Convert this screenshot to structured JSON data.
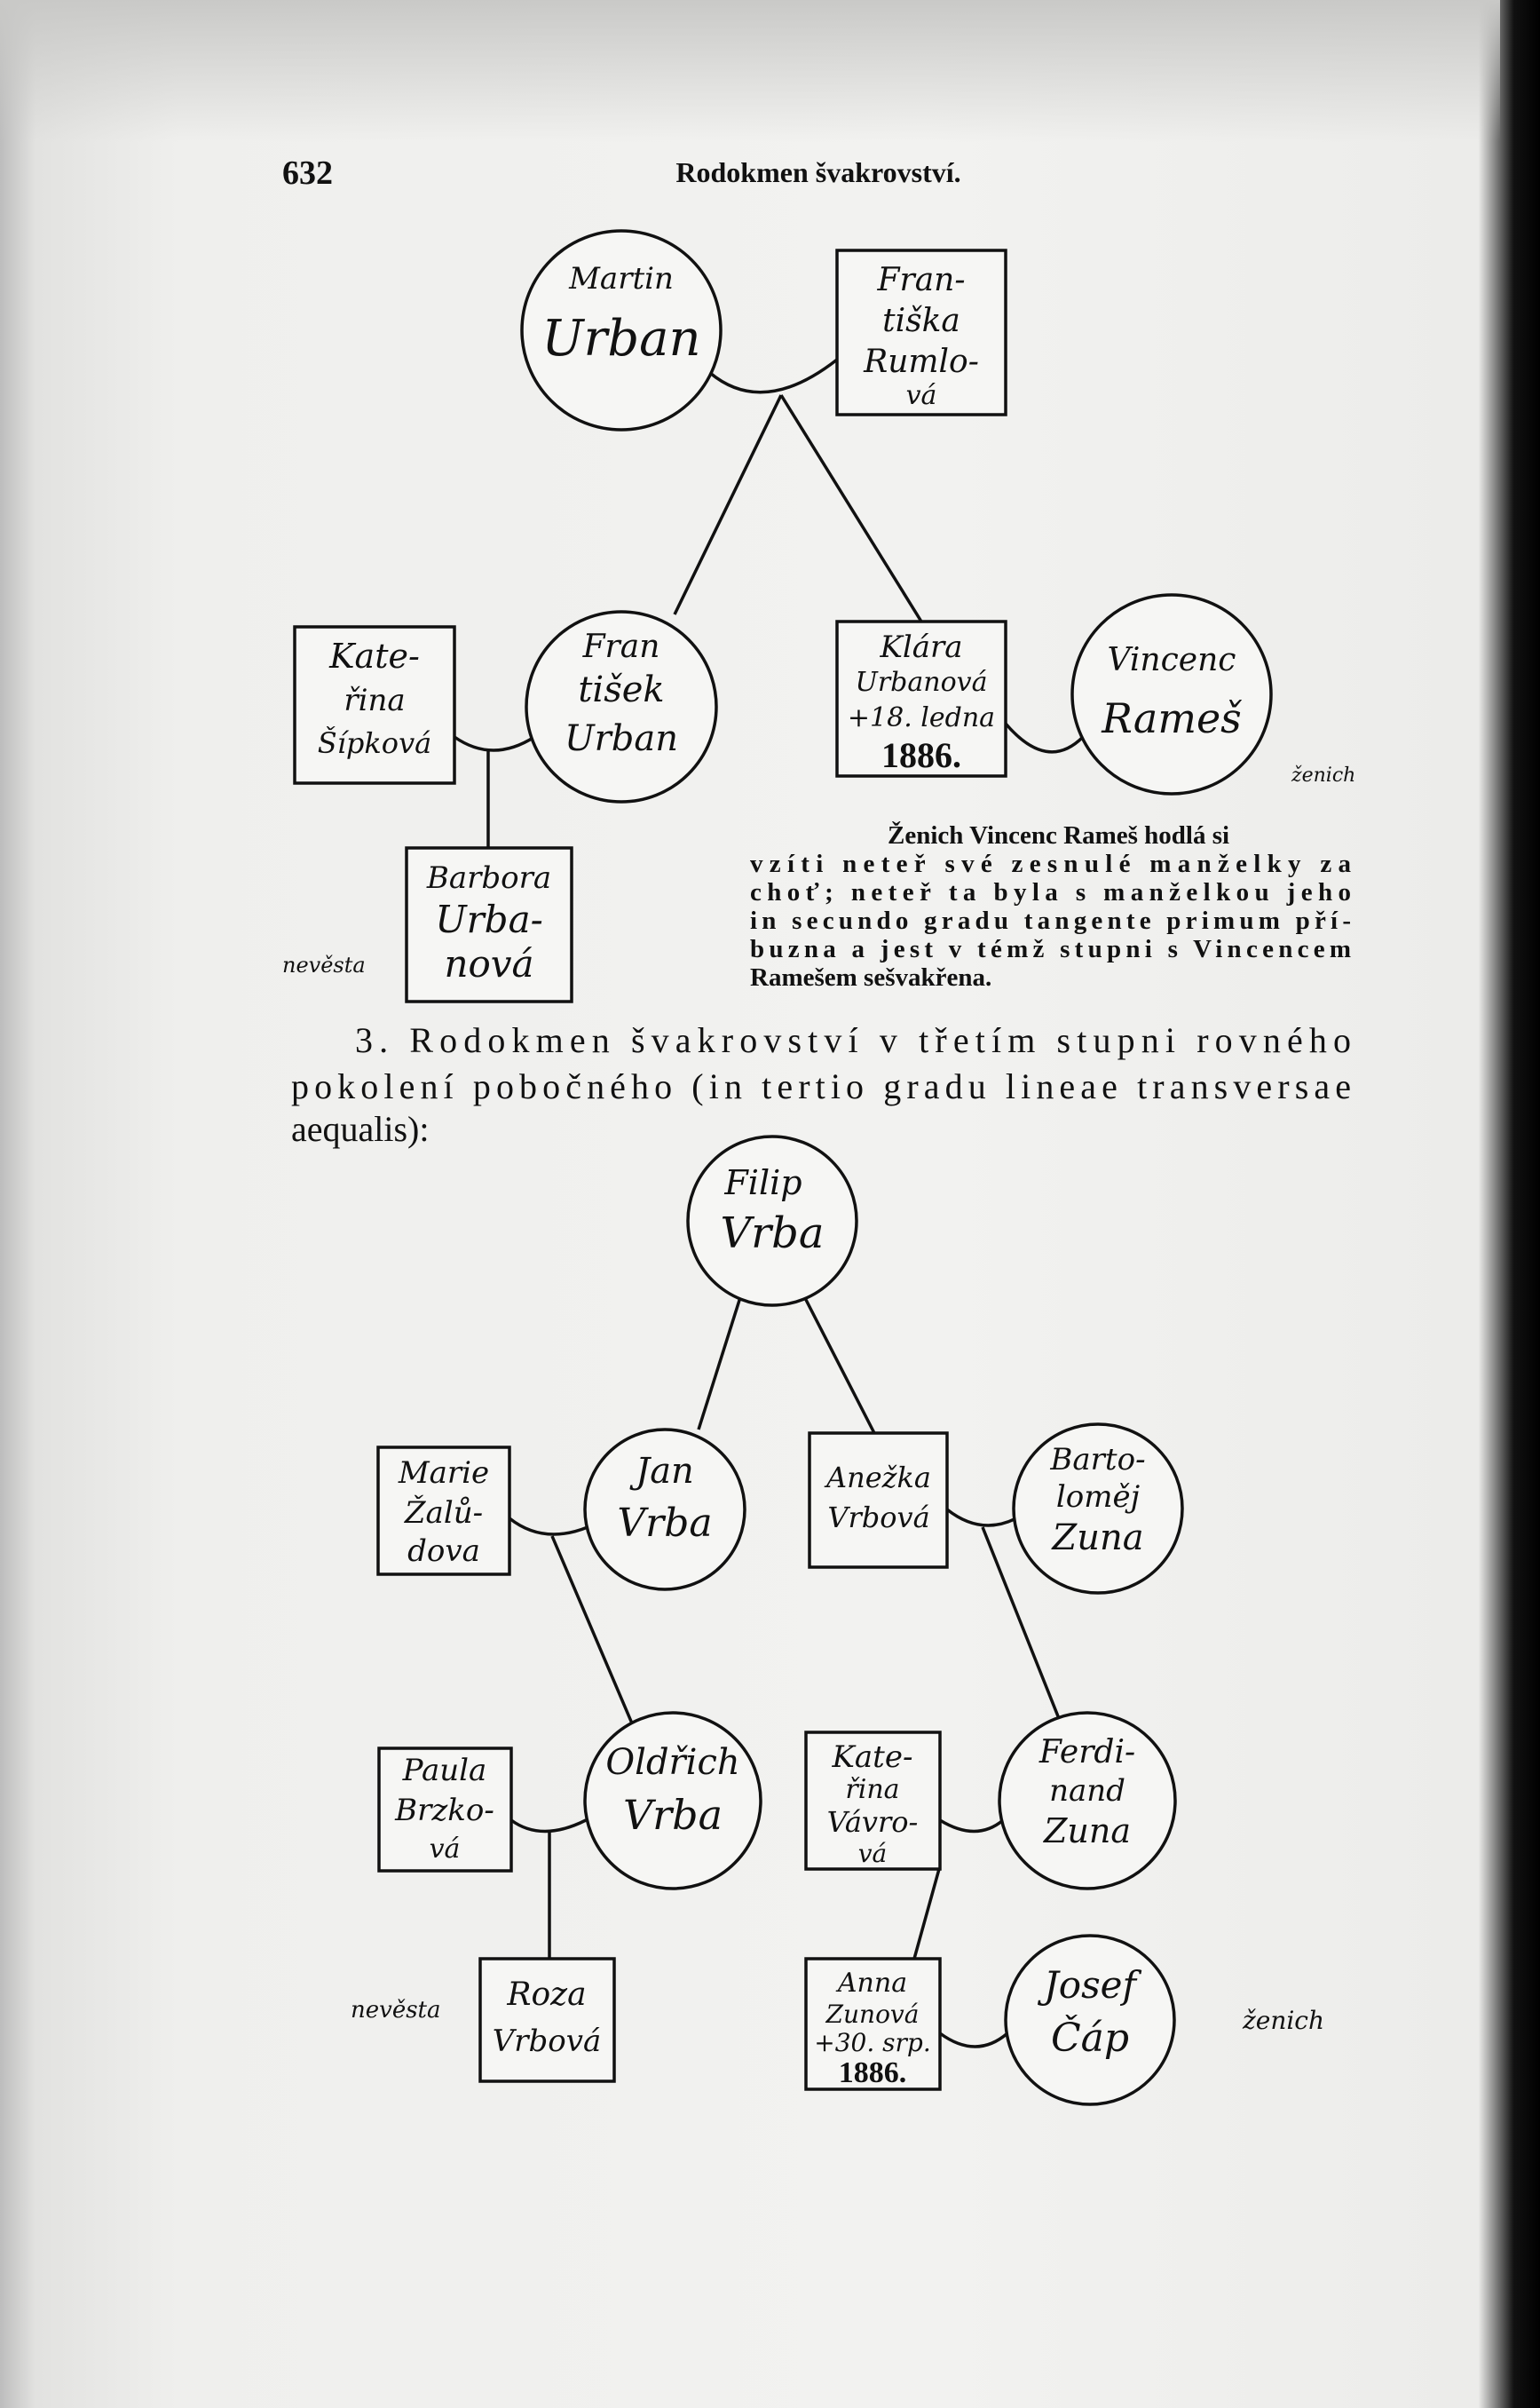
{
  "header": {
    "page_number": "632",
    "running_title": "Rodokmen švakrovství."
  },
  "tree1": {
    "martin": [
      "Martin",
      "Urban"
    ],
    "frantiska": [
      "Fran-",
      "tiška",
      "Rumlo-",
      "vá"
    ],
    "katerina": [
      "Kate-",
      "řina",
      "Šípková"
    ],
    "frantisek": [
      "Fran",
      "tišek",
      "Urban"
    ],
    "klara": [
      "Klára",
      "Urbanová",
      "+18. ledna",
      "1886."
    ],
    "vincenc": [
      "Vincenc",
      "Rameš"
    ],
    "zenich": "ženich",
    "barbora": [
      "Barbora",
      "Urba-",
      "nová"
    ],
    "nevesta": "nevěsta"
  },
  "paragraph": [
    "Ženich Vincenc Rameš hodlá si",
    "vzíti neteř své zesnulé manželky za",
    "choť; neteř ta byla s manželkou jeho",
    "in secundo gradu tangente primum pří-",
    "buzna a jest v témž stupni s Vincencem",
    "Ramešem sešvakřena."
  ],
  "section3": [
    "3. Rodokmen švakrovství v třetím stupni rovného",
    "pokolení pobočného (in tertio gradu lineae transversae",
    "aequalis):"
  ],
  "tree2": {
    "filip": [
      "Filip",
      "Vrba"
    ],
    "marie": [
      "Marie",
      "Žalů-",
      "dova"
    ],
    "jan": [
      "Jan",
      "Vrba"
    ],
    "anezka": [
      "Anežka",
      "Vrbová"
    ],
    "bartolomej": [
      "Barto-",
      "loměj",
      "Zuna"
    ],
    "paula": [
      "Paula",
      "Brzko-",
      "vá"
    ],
    "oldrich": [
      "Oldřich",
      "Vrba"
    ],
    "katerina": [
      "Kate-",
      "řina",
      "Vávro-",
      "vá"
    ],
    "ferdinand": [
      "Ferdi-",
      "nand",
      "Zuna"
    ],
    "roza": [
      "Roza",
      "Vrbová"
    ],
    "nevesta": "nevěsta",
    "anna": [
      "Anna",
      "Zunová",
      "+30. srp.",
      "1886."
    ],
    "josef": [
      "Josef",
      "Čáp"
    ],
    "zenich": "ženich"
  }
}
